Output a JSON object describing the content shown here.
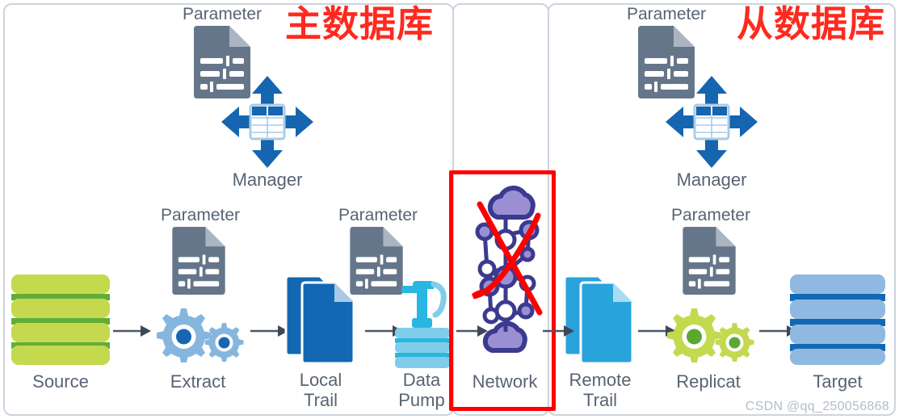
{
  "diagram": {
    "title_primary": "主数据库",
    "title_standby": "从数据库",
    "watermark": "CSDN @qq_250056868"
  },
  "panels": {
    "primary": {
      "name": "primary-database-panel",
      "label": "主数据库"
    },
    "network": {
      "name": "network-panel"
    },
    "standby": {
      "name": "standby-database-panel",
      "label": "从数据库"
    }
  },
  "manager_primary": {
    "parameter_label": "Parameter",
    "manager_label": "Manager"
  },
  "manager_standby": {
    "parameter_label": "Parameter",
    "manager_label": "Manager"
  },
  "pipeline": {
    "source": {
      "label": "Source",
      "color": "#c4d94e"
    },
    "extract": {
      "label": "Extract",
      "parameter_label": "Parameter",
      "color": "#86b6de",
      "hub_color": "#1667b2"
    },
    "local_trail": {
      "label": "Local\nTrail",
      "color": "#1268b3"
    },
    "data_pump": {
      "label": "Data\nPump",
      "parameter_label": "Parameter",
      "color": "#7fcdea",
      "pump_color": "#29b6e0"
    },
    "network": {
      "label": "Network",
      "color": "#9b8fd4",
      "outline_color": "#3b3a8f",
      "blocked": true,
      "block_mark_color": "#fe0000"
    },
    "remote_trail": {
      "label": "Remote\nTrail",
      "color": "#29a3dc"
    },
    "replicat": {
      "label": "Replicat",
      "parameter_label": "Parameter",
      "color": "#c4d94e",
      "hub_color": "#5aa832"
    },
    "target": {
      "label": "Target",
      "color": "#8fb9e0"
    }
  },
  "flow_arrows": [
    {
      "from": "Source",
      "to": "Extract"
    },
    {
      "from": "Extract",
      "to": "Local Trail"
    },
    {
      "from": "Local Trail",
      "to": "Data Pump"
    },
    {
      "from": "Data Pump",
      "to": "Network"
    },
    {
      "from": "Network",
      "to": "Remote Trail"
    },
    {
      "from": "Remote Trail",
      "to": "Replicat"
    },
    {
      "from": "Replicat",
      "to": "Target"
    }
  ],
  "colors": {
    "panel_border": "#ccd4dd",
    "label_text": "#586373",
    "accent_red": "#fe0000",
    "title_red": "#fe2a1f",
    "parameter_doc": "#66768a",
    "arrow": "#4b5666"
  }
}
